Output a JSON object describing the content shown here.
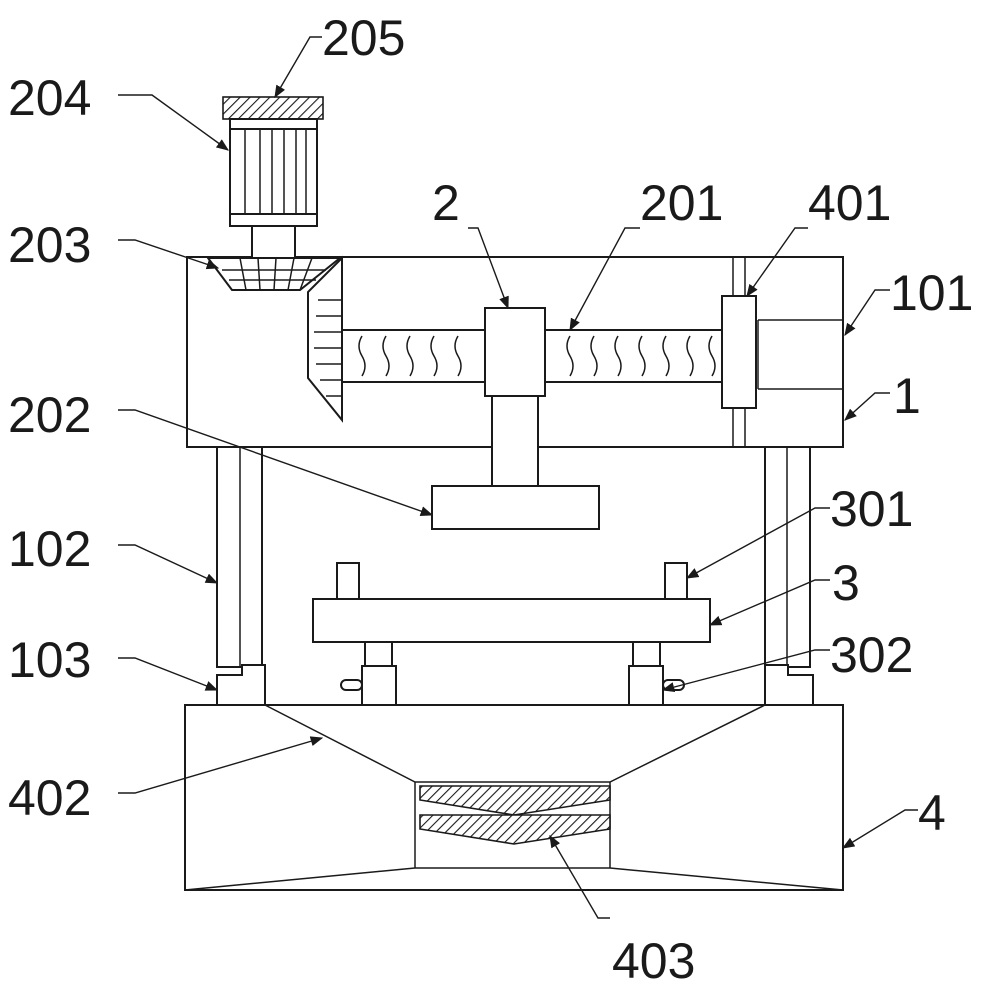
{
  "labels": {
    "l205": "205",
    "l204": "204",
    "l203": "203",
    "l2": "2",
    "l201": "201",
    "l401": "401",
    "l101": "101",
    "l1": "1",
    "l202": "202",
    "l301": "301",
    "l3": "3",
    "l102": "102",
    "l103": "103",
    "l302": "302",
    "l402": "402",
    "l4": "4",
    "l403": "403"
  }
}
